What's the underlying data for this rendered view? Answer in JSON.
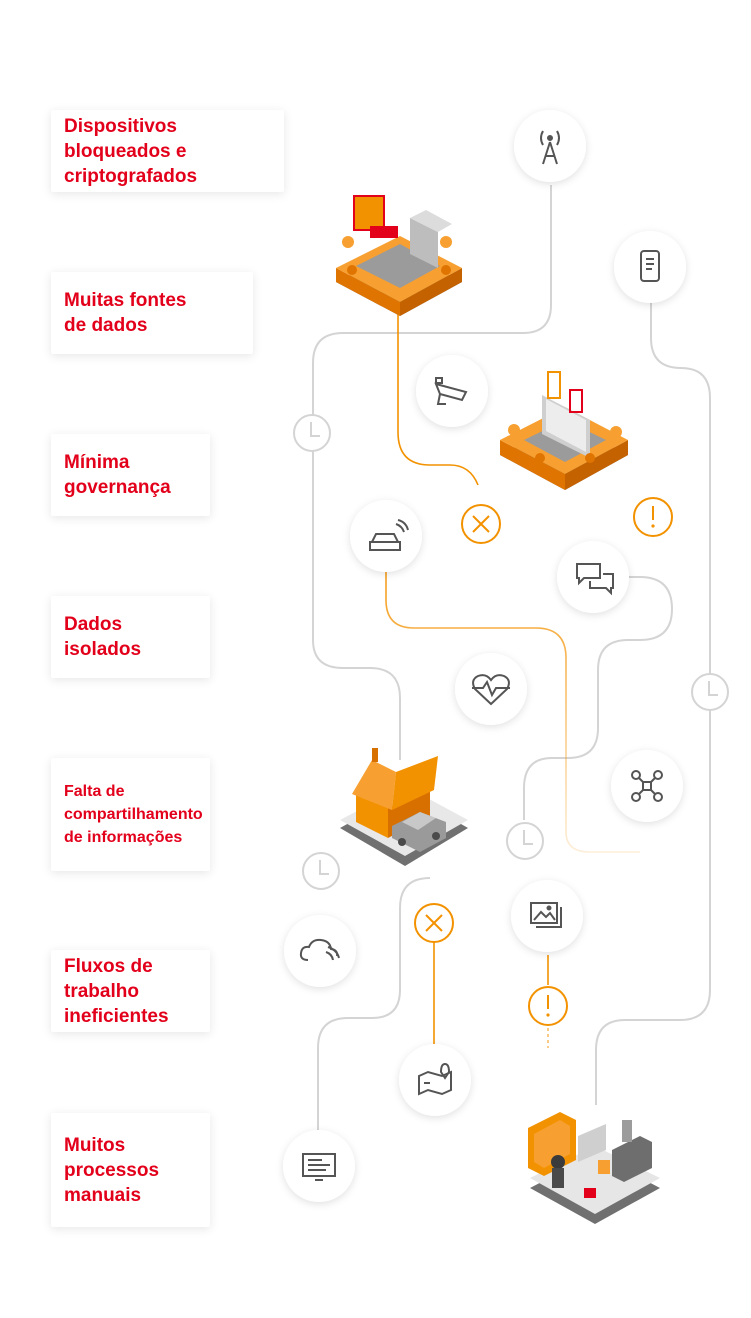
{
  "challenges": [
    "Dispositivos\nbloqueados e\ncriptografados",
    "Muitas fontes\nde dados",
    "Mínima\ngovernança",
    "Dados\nisolados",
    "Falta de\ncompartilhamento\nde informações",
    "Fluxos de\ntrabalho\nineficientes",
    "Muitos\nprocessos\nmanuais"
  ],
  "colors": {
    "accent": "#e3001b",
    "orange": "#f39200",
    "line_gray": "#d4d4d4",
    "icon_gray": "#555555"
  },
  "icons": [
    "antenna-tower-icon",
    "smartphone-icon",
    "cctv-camera-icon",
    "connected-car-icon",
    "chat-bubbles-icon",
    "heartbeat-icon",
    "drone-icon",
    "photo-gallery-icon",
    "cloud-icon",
    "map-pin-icon",
    "computer-monitor-icon",
    "clock-icon",
    "close-icon",
    "warning-icon"
  ]
}
